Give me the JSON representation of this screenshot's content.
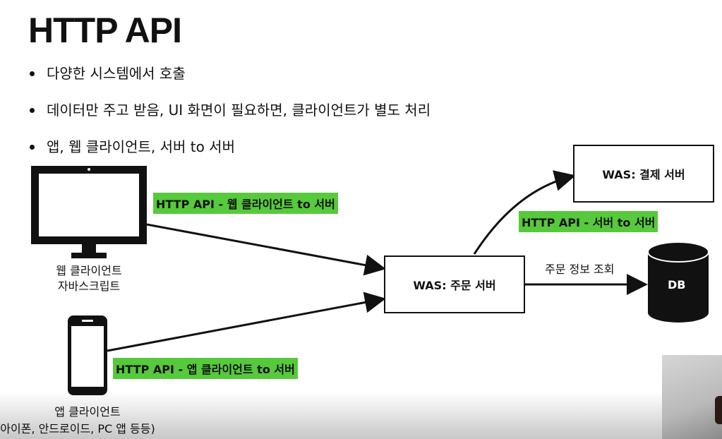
{
  "title": "HTTP API",
  "bullets": [
    "다양한 시스템에서 호출",
    "데이터만 주고 받음, UI 화면이 필요하면, 클라이언트가 별도 처리",
    "앱, 웹 클라이언트, 서버 to 서버"
  ],
  "labels": {
    "web_api": "HTTP API - 웹 클라이언트 to 서버",
    "server_api": "HTTP API - 서버 to 서버",
    "app_api": "HTTP API - 앱 클라이언트 to 서버",
    "order_query": "주문 정보 조회"
  },
  "boxes": {
    "order_server": "WAS: 주문 서버",
    "payment_server": "WAS: 결제 서버",
    "db": "DB"
  },
  "captions": {
    "web_client_line1": "웹 클라이언트",
    "web_client_line2": "자바스크립트",
    "app_client_line1": "앱 클라이언트",
    "app_client_line2": "(아이폰, 안드로이드, PC 앱 등등)"
  },
  "icons": [
    "monitor-icon",
    "smartphone-icon",
    "database-icon"
  ],
  "colors": {
    "label_background": "#57c93c",
    "ink": "#111111"
  }
}
